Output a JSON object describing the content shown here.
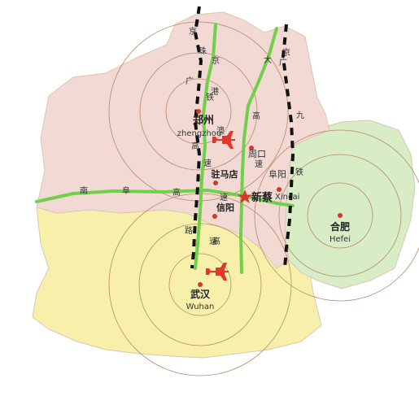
{
  "colors": {
    "henan": "#f2d9d3",
    "hubei": "#f7efaa",
    "anhui": "#d8ecc6",
    "expressway": "#6fd04a",
    "railway": "#111111",
    "rings": "#b98a6a",
    "city_dot": "#d9362b",
    "airport": "#e5362b"
  },
  "cities": {
    "zhengzhou": {
      "name_cn": "郑州",
      "name_en": "zhengzhou"
    },
    "zhoukou": {
      "name_cn": "周口"
    },
    "zhumadian": {
      "name_cn": "驻马店"
    },
    "fuyang": {
      "name_cn": "阜阳"
    },
    "xinyang": {
      "name_cn": "信阳"
    },
    "xincai": {
      "name_cn": "新蔡",
      "name_en": "Xincai"
    },
    "hefei": {
      "name_cn": "合肥",
      "name_en": "Hefei"
    },
    "wuhan": {
      "name_cn": "武汉",
      "name_en": "Wuhan"
    }
  },
  "roads": {
    "jingguang_expressway": [
      "京",
      "港",
      "澳",
      "高",
      "速"
    ],
    "jingguang_railway": [
      "京",
      "广",
      "铁"
    ],
    "daguang_expressway": [
      "大",
      "广",
      "高",
      "速"
    ],
    "jingjiu_railway": [
      "京",
      "九",
      "铁"
    ],
    "nanjing_expressway": [
      "南",
      "阜",
      "高",
      "速"
    ],
    "west_labels": [
      "京",
      "珠",
      "广",
      "铁",
      "高",
      "速"
    ],
    "south_labels": [
      "路",
      "速"
    ]
  },
  "icons": [
    "airport-icon",
    "star-icon"
  ]
}
